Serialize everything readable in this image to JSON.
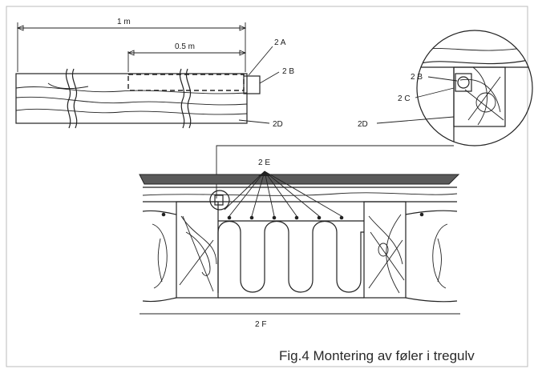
{
  "labels": {
    "dim_1m": "1 m",
    "dim_05m": "0.5 m",
    "top_2a": "2 A",
    "top_2b": "2 B",
    "top_2d": "2D",
    "detail_2b": "2 B",
    "detail_2c": "2 C",
    "detail_2d": "2D",
    "floor_2e": "2 E",
    "floor_2f": "2 F"
  },
  "caption": "Fig.4 Montering av føler i tregulv",
  "colors": {
    "ink": "#222222",
    "background": "#ffffff",
    "surface": "#5a5a5a"
  }
}
